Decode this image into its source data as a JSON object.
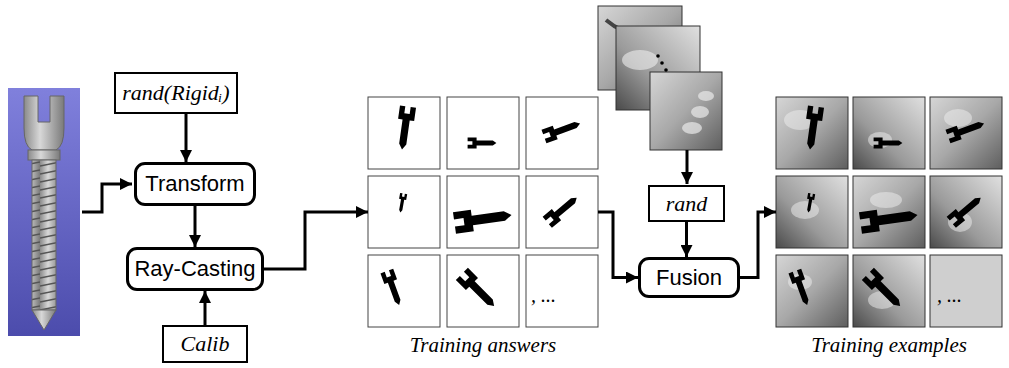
{
  "diagram": {
    "nodes": [
      {
        "text": [
          "rand(Rigidᵢ)"
        ]
      },
      {
        "text": [
          "Transform"
        ]
      },
      {
        "text": [
          "Ray-Casting"
        ]
      },
      {
        "text": [
          "Calib"
        ]
      },
      {
        "text": [
          ", ...",
          "Training answers"
        ]
      },
      {
        "text": [
          "rand"
        ]
      },
      {
        "text": [
          "Fusion"
        ]
      },
      {
        "text": [
          ", ...",
          "Training examples"
        ]
      }
    ],
    "edges": [
      {
        "from": 0,
        "to": 1,
        "arrow": "to"
      },
      {
        "from": 1,
        "to": 2,
        "arrow": "to"
      },
      {
        "from": 3,
        "to": 2,
        "arrow": "to"
      },
      {
        "from": 2,
        "to": 4,
        "arrow": "to"
      },
      {
        "from": 4,
        "to": 6,
        "arrow": "to"
      },
      {
        "from": 5,
        "to": 6,
        "arrow": "to"
      },
      {
        "from": 6,
        "to": 7,
        "arrow": "to"
      }
    ]
  }
}
